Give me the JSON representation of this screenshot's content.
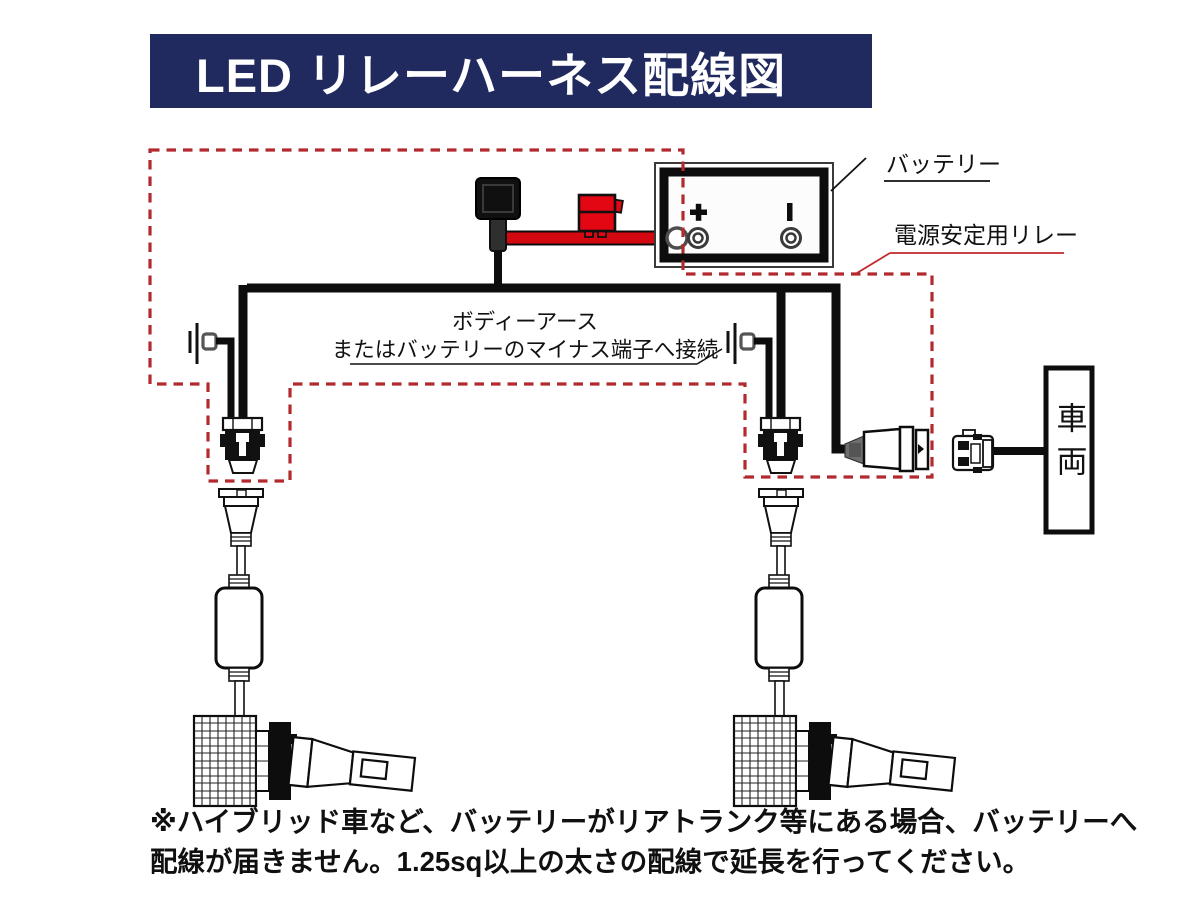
{
  "banner": {
    "title": "LED リレーハーネス配線図",
    "bg_color": "#202a5e"
  },
  "diagram": {
    "battery_label": "バッテリー",
    "relay_label": "電源安定用リレー",
    "ground_note_line1": "ボディーアース",
    "ground_note_line2": "またはバッテリーのマイナス端子へ接続",
    "vehicle_label": "車両",
    "battery_plus_mark": "+",
    "battery_minus_mark": "|"
  },
  "caption": {
    "line1": "※ハイブリッド車など、バッテリーがリアトランク等にある場合、バッテリーへ",
    "line2": "配線が届きません。1.25sq以上の太さの配線で延長を行ってください。"
  },
  "colors": {
    "dashed_red": "#b22a2e",
    "wire_red": "#d40810",
    "fuse_red": "#e30613",
    "label_red": "#c2272d",
    "wire_black": "#0d0d0d"
  }
}
